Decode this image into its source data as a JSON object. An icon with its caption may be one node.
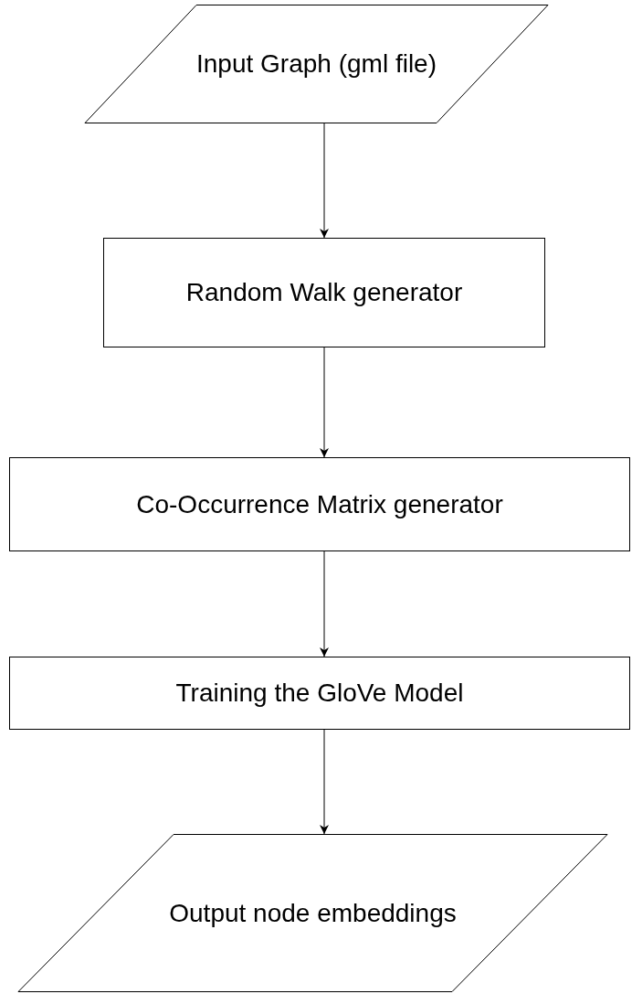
{
  "diagram": {
    "nodes": [
      {
        "text": [
          "Input Graph (gml file)"
        ]
      },
      {
        "text": [
          "Random Walk generator"
        ]
      },
      {
        "text": [
          "Co-Occurrence Matrix generator"
        ]
      },
      {
        "text": [
          "Training the GloVe Model"
        ]
      },
      {
        "text": [
          "Output node embeddings"
        ]
      }
    ],
    "edges": [
      {
        "from": 0,
        "to": 1,
        "arrow": "to"
      },
      {
        "from": 1,
        "to": 2,
        "arrow": "to"
      },
      {
        "from": 2,
        "to": 3,
        "arrow": "to"
      },
      {
        "from": 3,
        "to": 4,
        "arrow": "to"
      }
    ]
  }
}
